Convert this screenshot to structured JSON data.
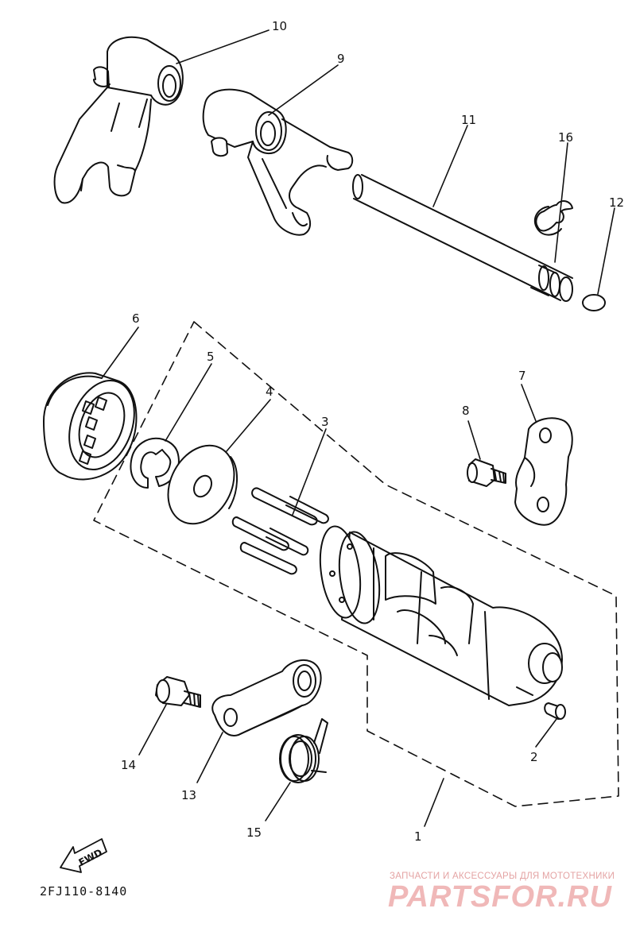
{
  "parts": [
    {
      "id": "p1",
      "label": "1"
    },
    {
      "id": "p2",
      "label": "2"
    },
    {
      "id": "p3",
      "label": "3"
    },
    {
      "id": "p4",
      "label": "4"
    },
    {
      "id": "p5",
      "label": "5"
    },
    {
      "id": "p6",
      "label": "6"
    },
    {
      "id": "p7",
      "label": "7"
    },
    {
      "id": "p8",
      "label": "8"
    },
    {
      "id": "p9",
      "label": "9"
    },
    {
      "id": "p10",
      "label": "10"
    },
    {
      "id": "p11",
      "label": "11"
    },
    {
      "id": "p12",
      "label": "12"
    },
    {
      "id": "p13",
      "label": "13"
    },
    {
      "id": "p14",
      "label": "14"
    },
    {
      "id": "p15",
      "label": "15"
    },
    {
      "id": "p16",
      "label": "16"
    }
  ],
  "direction_arrow": "FWD",
  "diagram_code": "2FJ110-8140",
  "watermark": {
    "tagline": "ЗАПЧАСТИ И АКСЕССУАРЫ ДЛЯ МОТОТЕХНИКИ",
    "brand": "PARTSFOR.RU"
  }
}
